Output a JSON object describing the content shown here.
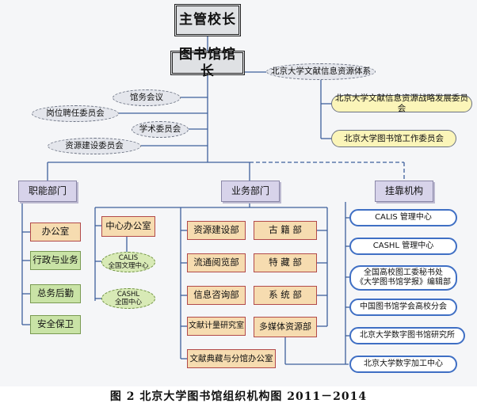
{
  "top": {
    "president": "主管校长",
    "librarian": "图书馆馆长"
  },
  "councils": {
    "library_affairs": "馆务会议",
    "post_appointment": "岗位聘任委员会",
    "academic": "学术委员会",
    "resource_building": "资源建设委员会",
    "info_resource_system": "北京大学文献信息资源体系",
    "strategy_committee": "北京大学文献信息资源战略发展委员会",
    "library_work_committee": "北京大学图书馆工作委员会"
  },
  "departments": {
    "functional": {
      "label": "职能部门",
      "units": [
        "办公室",
        "行政与业务",
        "总务后勤",
        "安全保卫"
      ]
    },
    "business": {
      "label": "业务部门",
      "center_office": "中心办公室",
      "calis_center": [
        "CALIS",
        "全国文理中心"
      ],
      "cashl_center": [
        "CASHL",
        "全国中心"
      ],
      "left_units": [
        "资源建设部",
        "流通阅览部",
        "信息咨询部",
        "文献计量研究室"
      ],
      "right_units": [
        "古 籍 部",
        "特 藏 部",
        "系 统 部",
        "多媒体资源部"
      ],
      "bottom_unit": "文献典藏与分馆办公室"
    },
    "affiliated": {
      "label": "挂靠机构",
      "units": [
        "CALIS 管理中心",
        "CASHL 管理中心",
        "全国高校图工委秘书处",
        "《大学图书馆学报》编辑部",
        "中国图书馆学会高校分会",
        "北京大学数字图书馆研究所",
        "北京大学数字加工中心"
      ]
    }
  },
  "caption": "图 2   北京大学图书馆组织机构图 2011－2014"
}
